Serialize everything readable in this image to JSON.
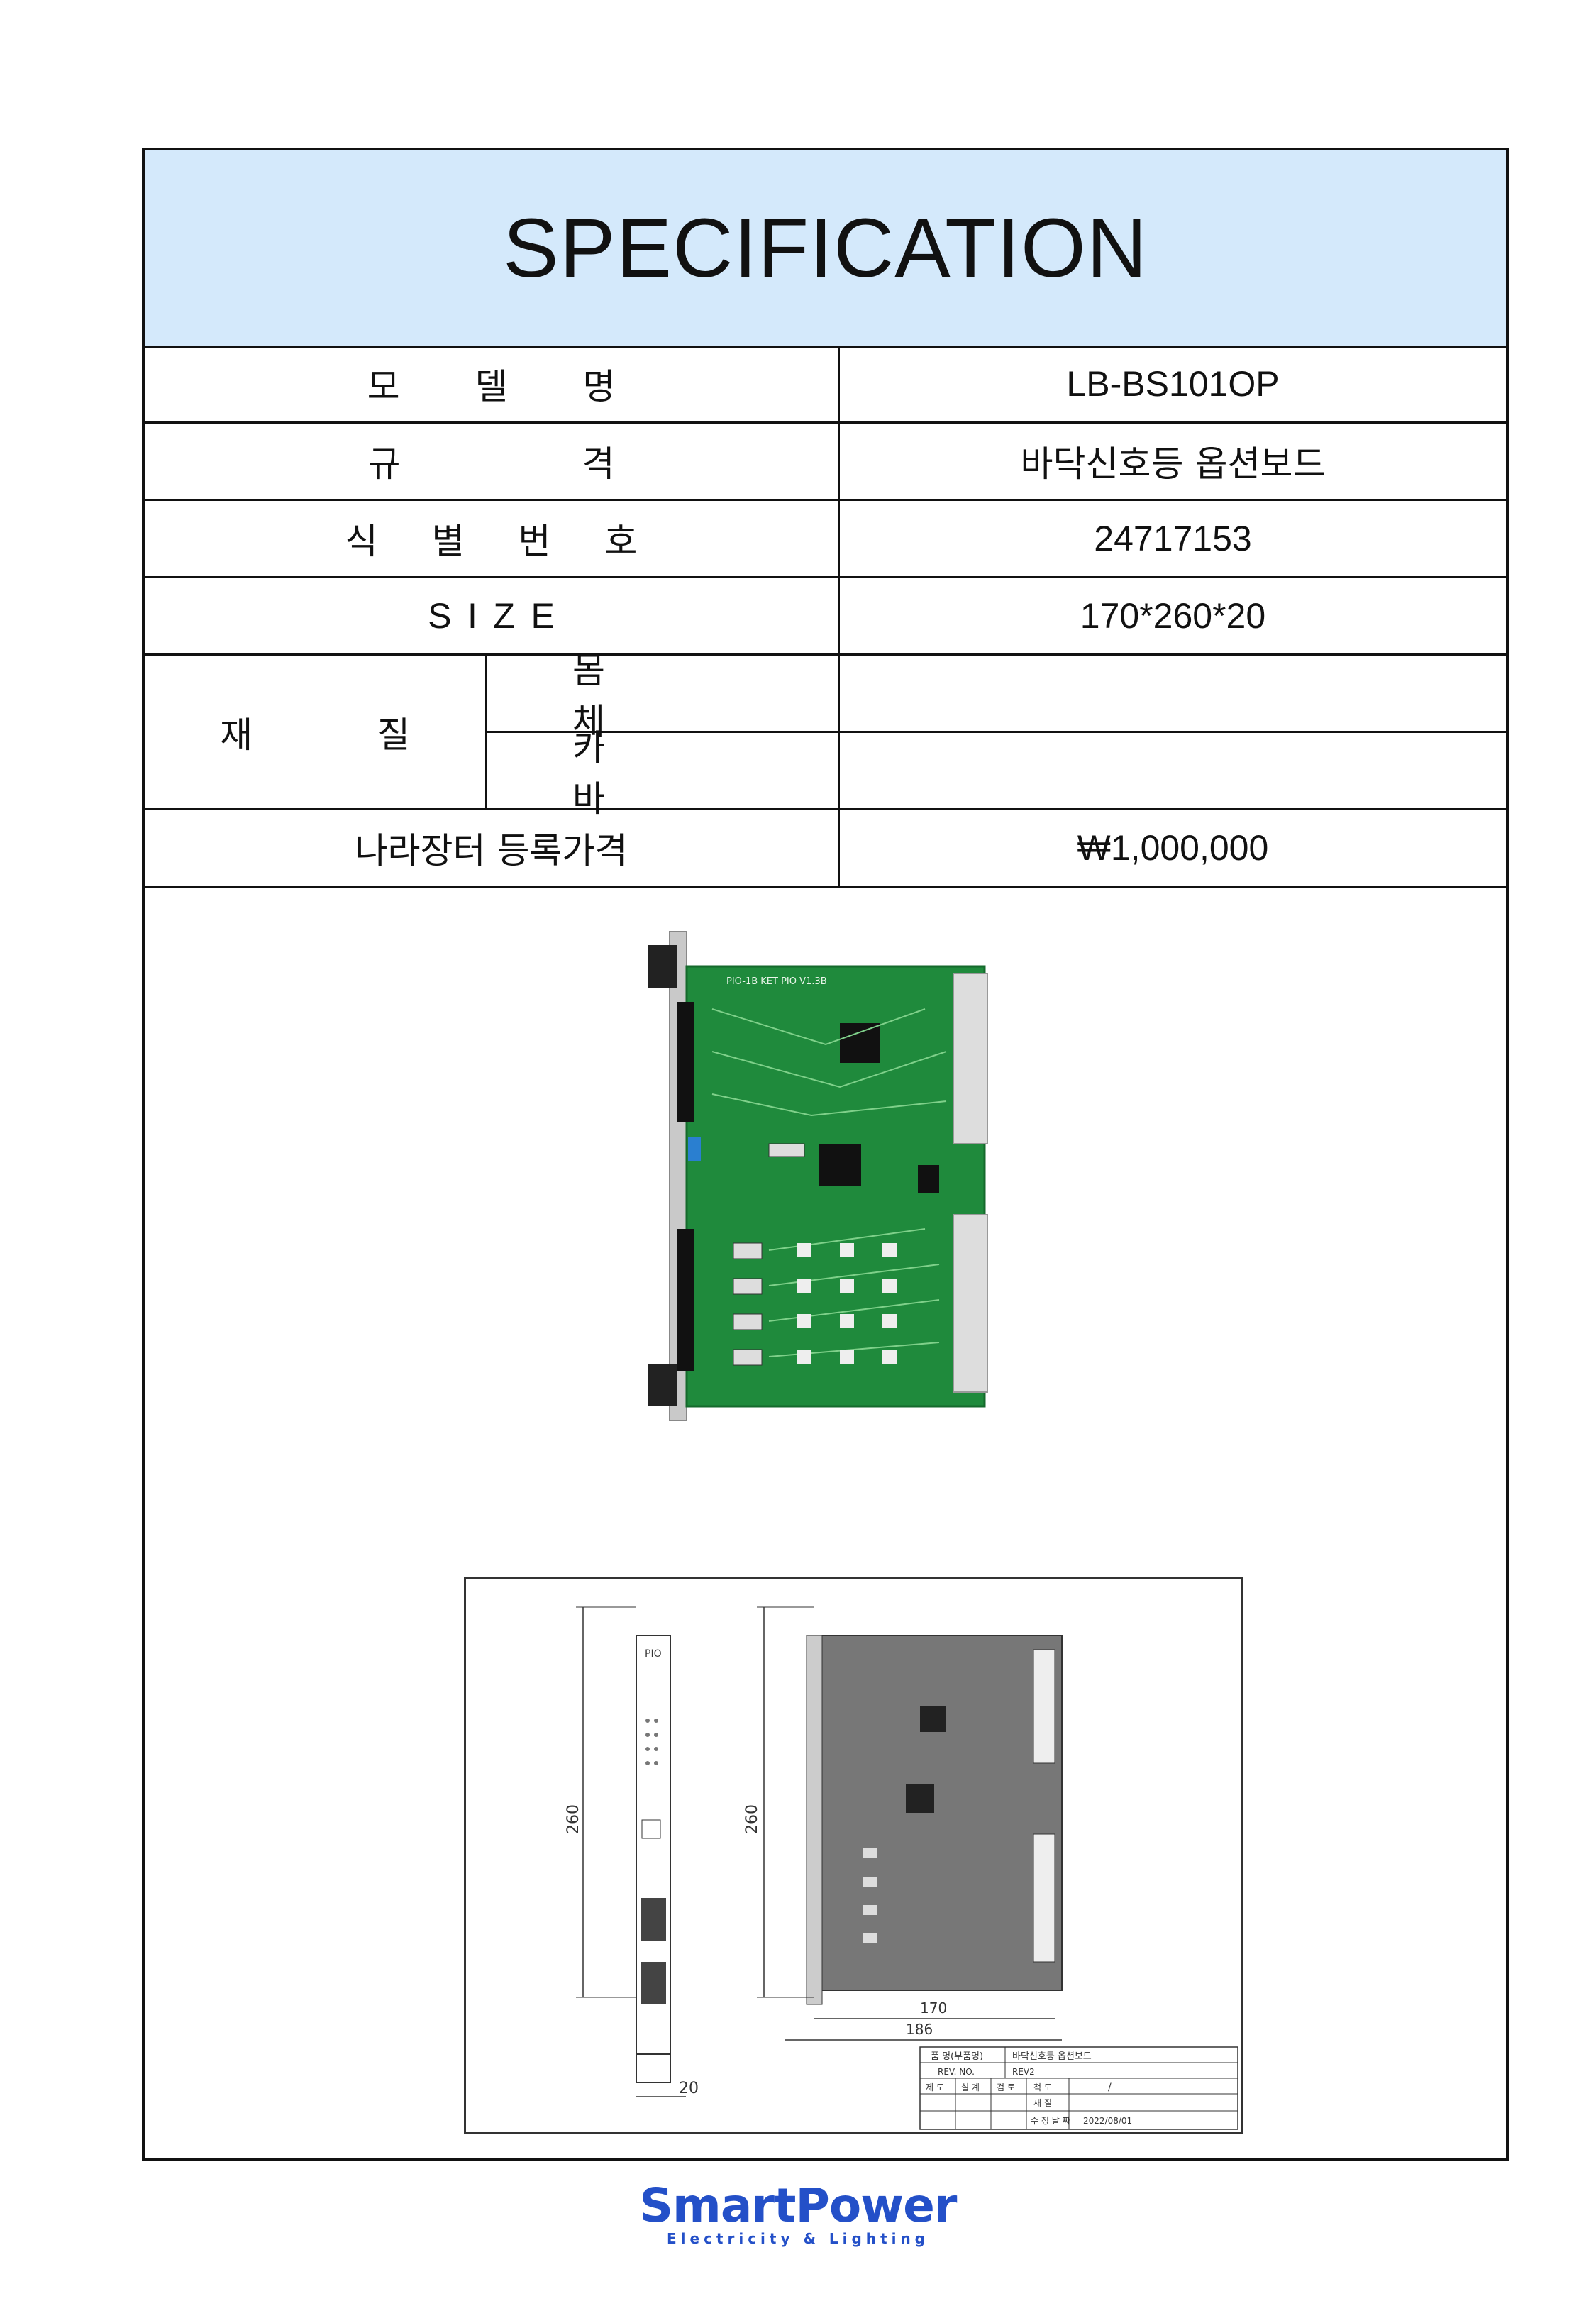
{
  "title": "SPECIFICATION",
  "rows": {
    "model": {
      "label": "모 델 명",
      "value": "LB-BS101OP"
    },
    "spec": {
      "label": "규 격",
      "value": "바닥신호등 옵션보드"
    },
    "id_number": {
      "label": "식 별 번 호",
      "value": "24717153"
    },
    "size": {
      "label": "SIZE",
      "value": "170*260*20"
    },
    "material": {
      "label": "재 질",
      "body": {
        "label": "몸 체",
        "value": ""
      },
      "cover": {
        "label": "카 바",
        "value": ""
      }
    },
    "price": {
      "label": "나라장터 등록가격",
      "value": "₩1,000,000"
    }
  },
  "drawing": {
    "dim_height_front": "260",
    "dim_height_side": "260",
    "dim_thickness": "20",
    "dim_width_board": "170",
    "dim_width_total": "186",
    "front_panel_label": "PIO",
    "title_block": {
      "product_label": "품 명(부품명)",
      "product_value": "바닥신호등 옵션보드",
      "rev_label": "REV. NO.",
      "rev_value": "REV2",
      "made_label": "제 도",
      "design_label": "설 계",
      "review_label": "검 토",
      "scale_label": "척 도",
      "scale_value": "/",
      "material_label": "재 질",
      "date_label": "수 정 날 짜",
      "date_value": "2022/08/01"
    }
  },
  "pcb_silkscreen": "PIO-1B  KET PIO V1.3B",
  "logo": {
    "name": "SmartPower",
    "tagline": "Electricity & Lighting"
  }
}
